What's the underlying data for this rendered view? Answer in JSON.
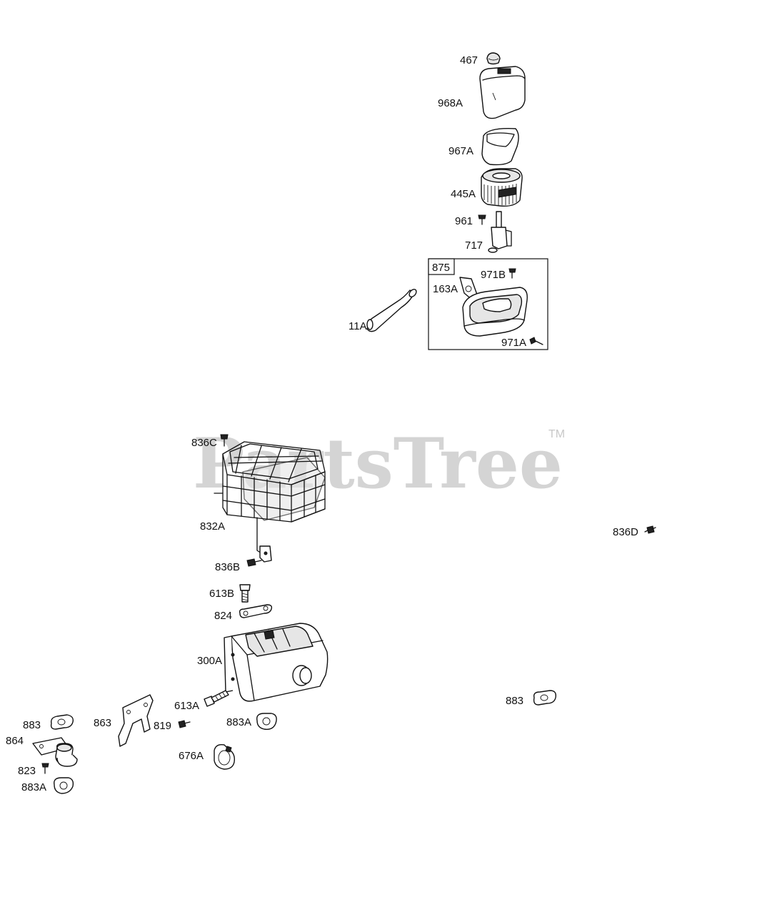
{
  "watermark": {
    "text": "PartsTree",
    "trademark": "TM"
  },
  "labels": {
    "l467": "467",
    "l968A": "968A",
    "l967A": "967A",
    "l445A": "445A",
    "l961": "961",
    "l717": "717",
    "l875": "875",
    "l971B": "971B",
    "l163A": "163A",
    "l11A": "11A",
    "l971A": "971A",
    "l836C": "836C",
    "l832A": "832A",
    "l836D": "836D",
    "l836B": "836B",
    "l613B": "613B",
    "l824": "824",
    "l300A": "300A",
    "l613A": "613A",
    "l883a": "883",
    "l863": "863",
    "l819": "819",
    "l883A_a": "883A",
    "l883b": "883",
    "l864": "864",
    "l676A": "676A",
    "l823": "823",
    "l883A_b": "883A"
  }
}
